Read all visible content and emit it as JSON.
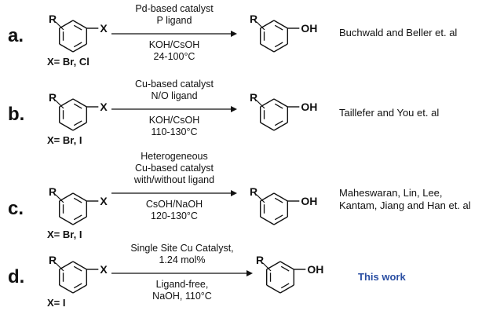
{
  "colors": {
    "ink": "#111111",
    "highlight": "#2b4fa3",
    "background": "#ffffff"
  },
  "atoms": {
    "R": "R",
    "X": "X",
    "OH": "OH"
  },
  "schemes": [
    {
      "label": "a.",
      "substituent": "X= Br, Cl",
      "conditions_above": [
        "Pd-based catalyst",
        "P ligand"
      ],
      "conditions_below": [
        "KOH/CsOH",
        "24-100°C"
      ],
      "reference": [
        "Buchwald and Beller et. al"
      ],
      "highlight": false
    },
    {
      "label": "b.",
      "substituent": "X= Br, I",
      "conditions_above": [
        "Cu-based catalyst",
        "N/O ligand"
      ],
      "conditions_below": [
        "KOH/CsOH",
        "110-130°C"
      ],
      "reference": [
        "Taillefer and You et. al"
      ],
      "highlight": false
    },
    {
      "label": "c.",
      "substituent": "X= Br, I",
      "conditions_above": [
        "Heterogeneous",
        "Cu-based catalyst",
        "with/without ligand"
      ],
      "conditions_below": [
        "CsOH/NaOH",
        "120-130°C"
      ],
      "reference": [
        "Maheswaran, Lin, Lee,",
        "Kantam, Jiang and Han et. al"
      ],
      "highlight": false
    },
    {
      "label": "d.",
      "substituent": "X= I",
      "conditions_above": [
        "Single Site Cu Catalyst,",
        "1.24 mol%"
      ],
      "conditions_below": [
        "Ligand-free,",
        "NaOH, 110°C"
      ],
      "reference": [
        "This work"
      ],
      "highlight": true
    }
  ]
}
